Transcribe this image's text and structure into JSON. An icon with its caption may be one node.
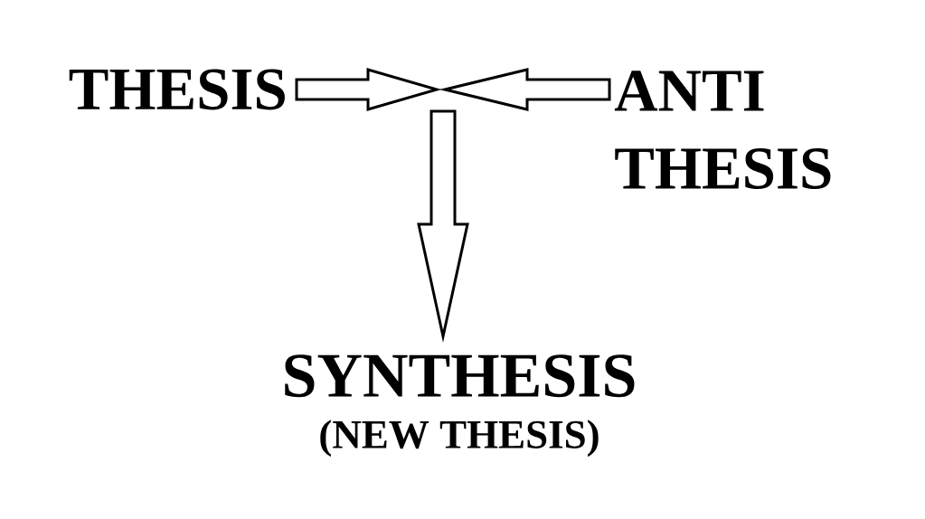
{
  "diagram": {
    "nodes": [
      {
        "text": [
          "THESIS"
        ]
      },
      {
        "text": [
          "ANTI THESIS"
        ]
      },
      {
        "text": [
          "SYNTHESIS",
          "(NEW THESIS)"
        ]
      }
    ],
    "edges": [
      {
        "from": 0,
        "to": null,
        "arrow": "to"
      },
      {
        "from": 1,
        "to": null,
        "arrow": "to"
      },
      {
        "from": null,
        "to": 2,
        "arrow": "to"
      }
    ]
  }
}
